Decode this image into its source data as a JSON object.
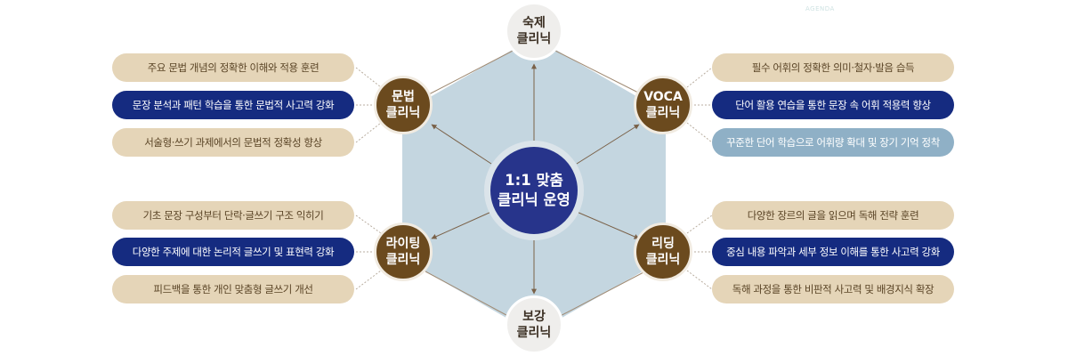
{
  "watermark": "AGENDA",
  "center": {
    "line1": "1:1 맞춤",
    "line2": "클리닉 운영"
  },
  "nodes": {
    "homework": {
      "line1": "숙제",
      "line2": "클리닉"
    },
    "grammar": {
      "line1": "문법",
      "line2": "클리닉"
    },
    "voca": {
      "line1": "VOCA",
      "line2": "클리닉"
    },
    "writing": {
      "line1": "라이팅",
      "line2": "클리닉"
    },
    "reading": {
      "line1": "리딩",
      "line2": "클리닉"
    },
    "review": {
      "line1": "보강",
      "line2": "클리닉"
    }
  },
  "grammar_items": [
    "주요 문법 개념의 정확한 이해와 적용 훈련",
    "문장 분석과 패턴 학습을 통한 문법적 사고력 강화",
    "서술형·쓰기 과제에서의 문법적 정확성 향상"
  ],
  "voca_items": [
    "필수 어휘의 정확한 의미·철자·발음 습득",
    "단어 활용 연습을 통한 문장 속 어휘 적용력 향상",
    "꾸준한 단어 학습으로 어휘량 확대 및 장기 기억 정착"
  ],
  "writing_items": [
    "기초 문장 구성부터 단락·글쓰기 구조 익히기",
    "다양한 주제에 대한 논리적 글쓰기 및 표현력 강화",
    "피드백을 통한 개인 맞춤형 글쓰기 개선"
  ],
  "reading_items": [
    "다양한 장르의 글을 읽으며 독해 전략 훈련",
    "중심 내용 파악과 세부 정보 이해를 통한 사고력 강화",
    "독해 과정을 통한 비판적 사고력 및 배경지식 확장"
  ],
  "colors": {
    "hexagon": "#c4d6e0",
    "brown_node": "#6b4a1e",
    "center": "#27348b",
    "pill_tan": "#e5d5b8",
    "pill_navy": "#152b80",
    "pill_blue": "#8fb0c6",
    "arrow": "#7a6148",
    "dotted": "#b9aea0"
  }
}
